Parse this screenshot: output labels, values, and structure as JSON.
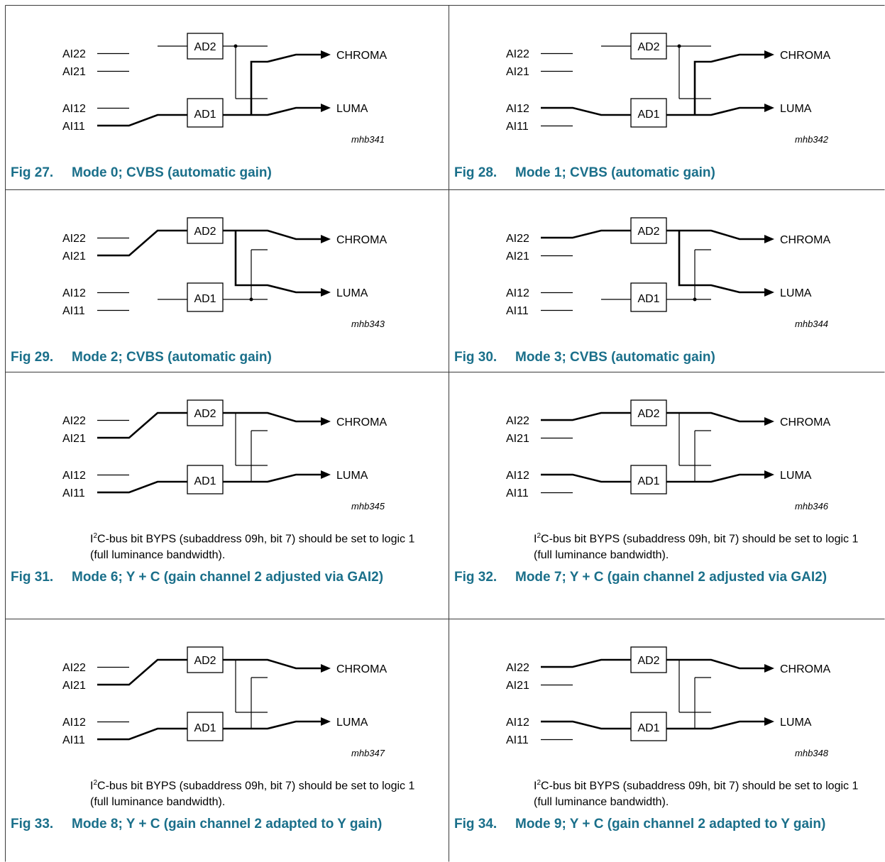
{
  "figures": [
    {
      "fig": "Fig 27.",
      "title": "Mode 0; CVBS (automatic gain)",
      "code": "mhb341",
      "inputs": [
        "AI22",
        "AI21",
        "AI12",
        "AI11"
      ],
      "blocks": [
        "AD2",
        "AD1"
      ],
      "outputs": [
        "CHROMA",
        "LUMA"
      ],
      "note": null
    },
    {
      "fig": "Fig 28.",
      "title": "Mode 1; CVBS (automatic gain)",
      "code": "mhb342",
      "inputs": [
        "AI22",
        "AI21",
        "AI12",
        "AI11"
      ],
      "blocks": [
        "AD2",
        "AD1"
      ],
      "outputs": [
        "CHROMA",
        "LUMA"
      ],
      "note": null
    },
    {
      "fig": "Fig 29.",
      "title": "Mode 2; CVBS (automatic gain)",
      "code": "mhb343",
      "inputs": [
        "AI22",
        "AI21",
        "AI12",
        "AI11"
      ],
      "blocks": [
        "AD2",
        "AD1"
      ],
      "outputs": [
        "CHROMA",
        "LUMA"
      ],
      "note": null
    },
    {
      "fig": "Fig 30.",
      "title": "Mode 3; CVBS (automatic gain)",
      "code": "mhb344",
      "inputs": [
        "AI22",
        "AI21",
        "AI12",
        "AI11"
      ],
      "blocks": [
        "AD2",
        "AD1"
      ],
      "outputs": [
        "CHROMA",
        "LUMA"
      ],
      "note": null
    },
    {
      "fig": "Fig 31.",
      "title": "Mode 6; Y + C (gain channel 2 adjusted via GAI2)",
      "code": "mhb345",
      "inputs": [
        "AI22",
        "AI21",
        "AI12",
        "AI11"
      ],
      "blocks": [
        "AD2",
        "AD1"
      ],
      "outputs": [
        "CHROMA",
        "LUMA"
      ],
      "note": {
        "pre": "I",
        "sup": "2",
        "post": "C-bus bit BYPS (subaddress 09h, bit 7) should be set to logic 1 (full luminance bandwidth)."
      }
    },
    {
      "fig": "Fig 32.",
      "title": "Mode 7; Y + C (gain channel 2 adjusted via GAI2)",
      "code": "mhb346",
      "inputs": [
        "AI22",
        "AI21",
        "AI12",
        "AI11"
      ],
      "blocks": [
        "AD2",
        "AD1"
      ],
      "outputs": [
        "CHROMA",
        "LUMA"
      ],
      "note": {
        "pre": "I",
        "sup": "2",
        "post": "C-bus bit BYPS (subaddress 09h, bit 7) should be set to logic 1 (full luminance bandwidth)."
      }
    },
    {
      "fig": "Fig 33.",
      "title": "Mode 8; Y + C (gain channel 2 adapted to Y gain)",
      "code": "mhb347",
      "inputs": [
        "AI22",
        "AI21",
        "AI12",
        "AI11"
      ],
      "blocks": [
        "AD2",
        "AD1"
      ],
      "outputs": [
        "CHROMA",
        "LUMA"
      ],
      "note": {
        "pre": "I",
        "sup": "2",
        "post": "C-bus bit BYPS (subaddress 09h, bit 7) should be set to logic 1 (full luminance bandwidth)."
      }
    },
    {
      "fig": "Fig 34.",
      "title": "Mode 9; Y + C (gain channel 2 adapted to Y gain)",
      "code": "mhb348",
      "inputs": [
        "AI22",
        "AI21",
        "AI12",
        "AI11"
      ],
      "blocks": [
        "AD2",
        "AD1"
      ],
      "outputs": [
        "CHROMA",
        "LUMA"
      ],
      "note": {
        "pre": "I",
        "sup": "2",
        "post": "C-bus bit BYPS (subaddress 09h, bit 7) should be set to logic 1 (full luminance bandwidth)."
      }
    }
  ]
}
